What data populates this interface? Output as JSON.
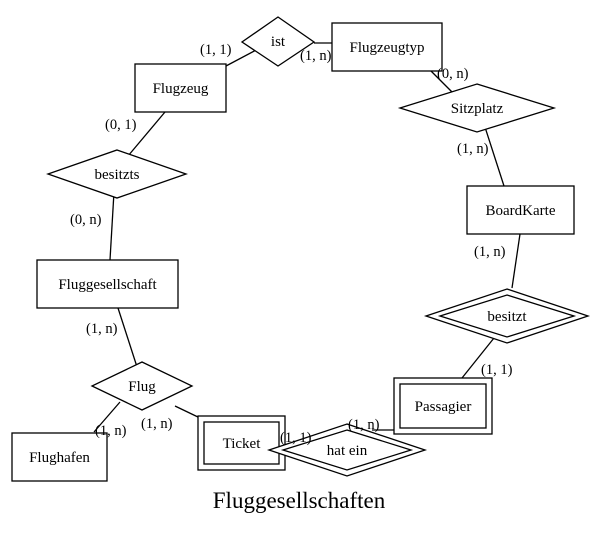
{
  "caption": "Fluggesellschaften",
  "entities": {
    "flugzeug": "Flugzeug",
    "flugzeugtyp": "Flugzeugtyp",
    "boardkarte": "BoardKarte",
    "fluggesellschaft": "Fluggesellschaft",
    "flughafen": "Flughafen",
    "ticket": "Ticket",
    "passagier": "Passagier"
  },
  "relationships": {
    "ist": "ist",
    "sitzplatz": "Sitzplatz",
    "besitzts": "besitzts",
    "besitzt": "besitzt",
    "flug": "Flug",
    "hat_ein": "hat ein"
  },
  "cardinalities": {
    "flugzeug_ist": "(1, 1)",
    "ist_flugzeugtyp": "(1, n)",
    "flugzeugtyp_sitzplatz": "(0, n)",
    "sitzplatz_boardkarte": "(1, n)",
    "flugzeug_besitzts": "(0, 1)",
    "besitzts_fluggesellschaft": "(0, n)",
    "boardkarte_besitzt": "(1, n)",
    "fluggesellschaft_flug": "(1, n)",
    "besitzt_passagier": "(1, 1)",
    "flug_flughafen": "(1, n)",
    "flug_ticket": "(1, n)",
    "hatein_passagier": "(1, n)",
    "ticket_hatein": "(1, 1)"
  }
}
